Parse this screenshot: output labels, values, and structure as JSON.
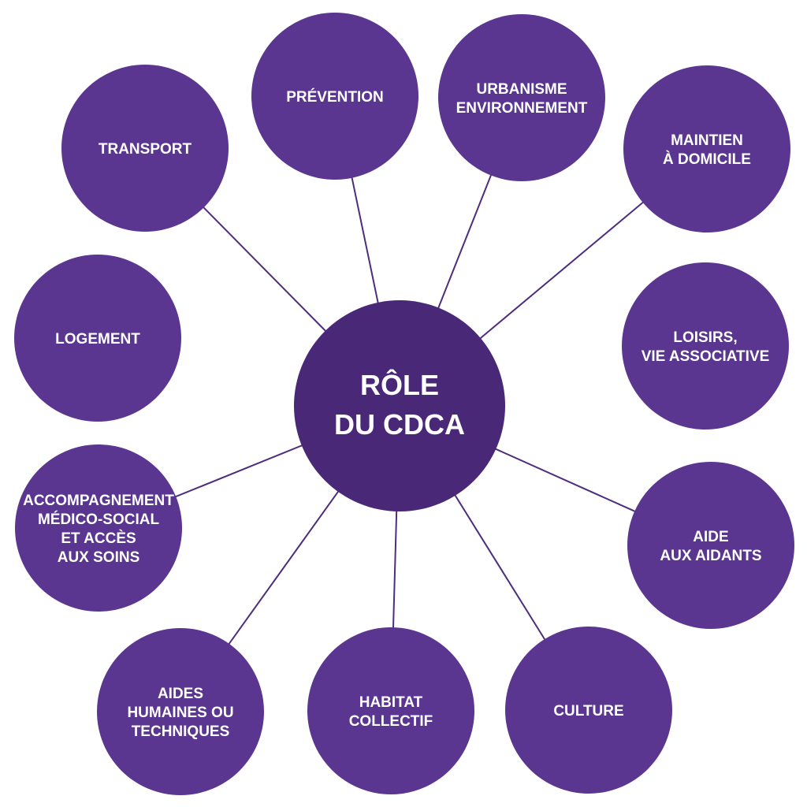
{
  "colors": {
    "satellite_fill": "#5a3690",
    "center_fill": "#4a2878",
    "connector": "#4d2d7e",
    "text": "#ffffff",
    "background": "#ffffff"
  },
  "center": {
    "line1": "RÔLE",
    "line2": "DU CDCA"
  },
  "nodes": [
    {
      "id": "transport",
      "lines": [
        "TRANSPORT"
      ]
    },
    {
      "id": "prevention",
      "lines": [
        "PRÉVENTION"
      ]
    },
    {
      "id": "urbanisme",
      "lines": [
        "URBANISME",
        "ENVIRONNEMENT"
      ]
    },
    {
      "id": "maintien",
      "lines": [
        "MAINTIEN",
        "À DOMICILE"
      ]
    },
    {
      "id": "logement",
      "lines": [
        "LOGEMENT"
      ]
    },
    {
      "id": "loisirs",
      "lines": [
        "LOISIRS,",
        "VIE ASSOCIATIVE"
      ]
    },
    {
      "id": "accompagnement",
      "lines": [
        "ACCOMPAGNEMENT",
        "MÉDICO-SOCIAL",
        "ET ACCÈS",
        "AUX SOINS"
      ]
    },
    {
      "id": "aide-aidants",
      "lines": [
        "AIDE",
        "AUX AIDANTS"
      ]
    },
    {
      "id": "aides-humaines",
      "lines": [
        "AIDES",
        "HUMAINES OU",
        "TECHNIQUES"
      ]
    },
    {
      "id": "habitat",
      "lines": [
        "HABITAT",
        "COLLECTIF"
      ]
    },
    {
      "id": "culture",
      "lines": [
        "CULTURE"
      ]
    }
  ]
}
